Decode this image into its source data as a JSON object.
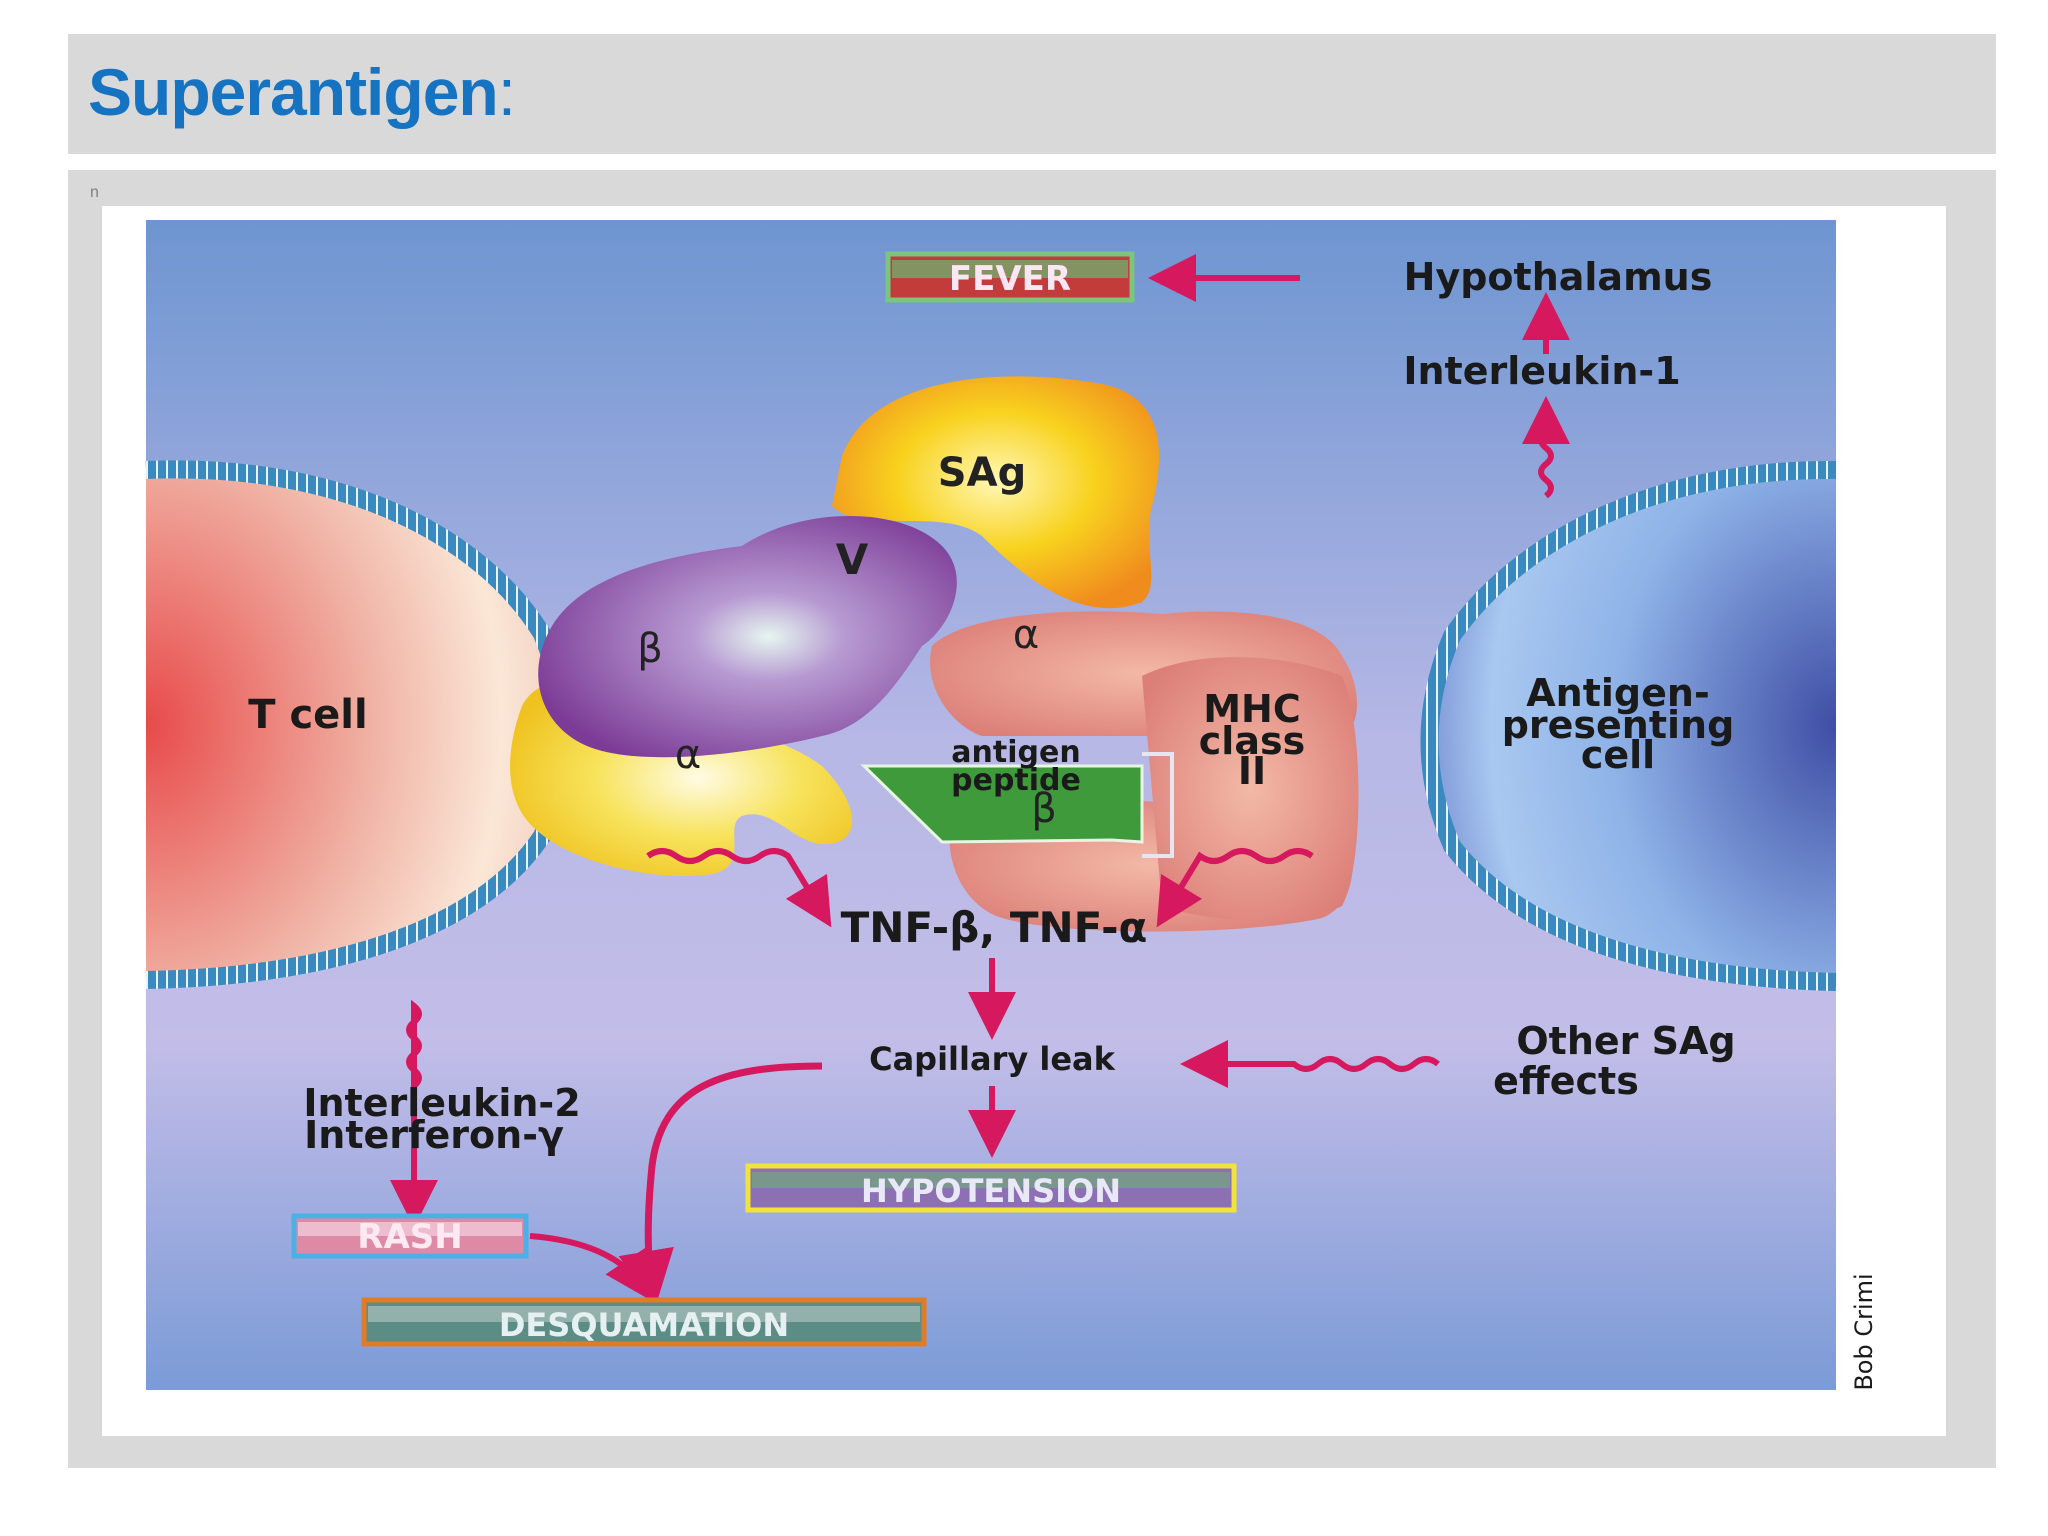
{
  "slide": {
    "title": "Superantigen",
    "title_suffix": ":",
    "bullet": "n"
  },
  "diagram": {
    "labels": {
      "fever": "FEVER",
      "hypothalamus": "Hypothalamus",
      "interleukin1": "Interleukin-1",
      "sag": "SAg",
      "v": "V",
      "tcr_beta": "β",
      "tcr_alpha": "α",
      "mhc_alpha": "α",
      "mhc_beta": "β",
      "antigen": "antigen",
      "peptide": "peptide",
      "mhc_line1": "MHC",
      "mhc_line2": "class",
      "mhc_line3": "II",
      "tcell": "T cell",
      "apc_line1": "Antigen-",
      "apc_line2": "presenting",
      "apc_line3": "cell",
      "tnf": "TNF-β, TNF-α",
      "capillary": "Capillary leak",
      "other_line1": "Other SAg",
      "other_line2": "effects",
      "il2": "Interleukin-2",
      "ifn": "Interferon-γ",
      "hypotension": "HYPOTENSION",
      "rash": "RASH",
      "desquamation": "DESQUAMATION",
      "credit": "Bob Crimi"
    },
    "colors": {
      "background_top": "#6d96d2",
      "background_bottom": "#7a9cd8",
      "arrow": "#d6185e",
      "tcell": "#c8233d",
      "apc": "#4c63b2",
      "sag": "#f6c21a",
      "tcr_beta": "#8d4ea5",
      "tcr_alpha": "#f2d43d",
      "mhc": "#e0867a",
      "peptide": "#3e9a3a",
      "membrane": "#3b8bbf"
    }
  }
}
